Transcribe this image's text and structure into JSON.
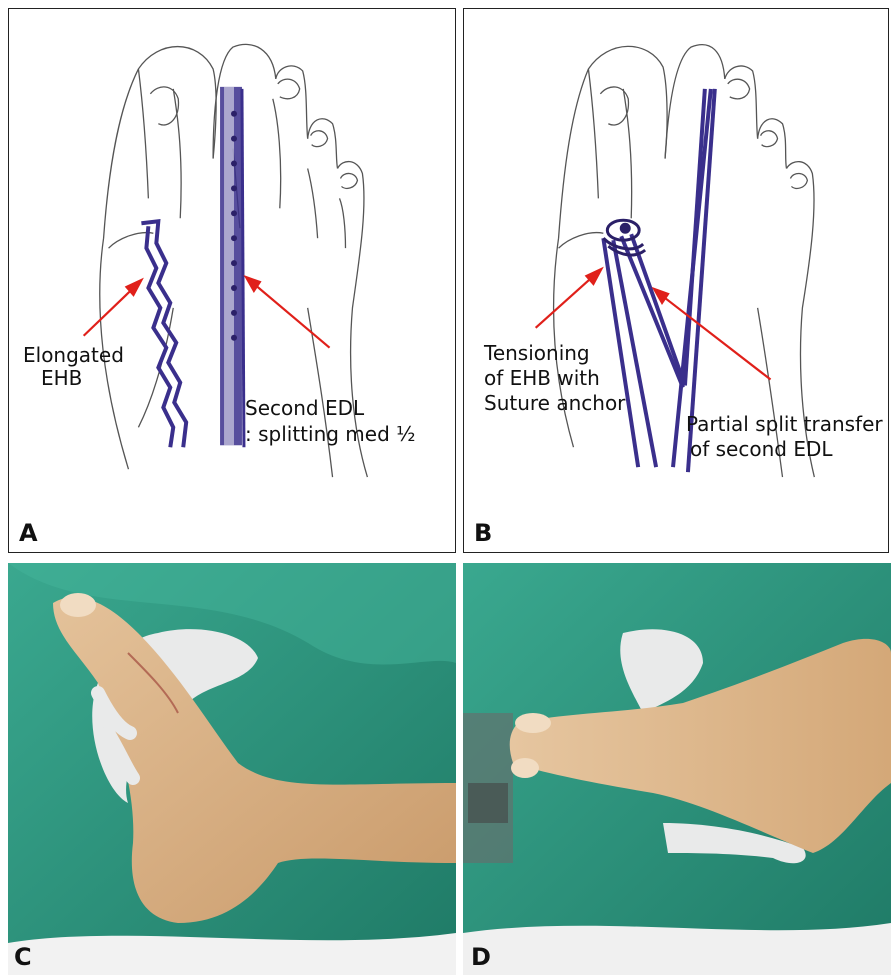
{
  "panels": {
    "a": {
      "letter": "A",
      "label_elongated_line1": "Elongated",
      "label_elongated_line2": "EHB",
      "label_edl_line1": "Second EDL",
      "label_edl_line2": ": splitting med ½"
    },
    "b": {
      "letter": "B",
      "label_tension_line1": "Tensioning",
      "label_tension_line2": "of EHB with",
      "label_tension_line3": "Suture anchor",
      "label_split_line1": "Partial split transfer",
      "label_split_line2": "of second EDL"
    },
    "c": {
      "letter": "C"
    },
    "d": {
      "letter": "D"
    }
  },
  "colors": {
    "tendon": "#3a2f8c",
    "tendon_dark": "#2b2068",
    "arrow": "#e0201a",
    "sketch": "#555555",
    "drape": "#2f9a84",
    "skin": "#d9b48a",
    "glove": "#e9eaea"
  }
}
